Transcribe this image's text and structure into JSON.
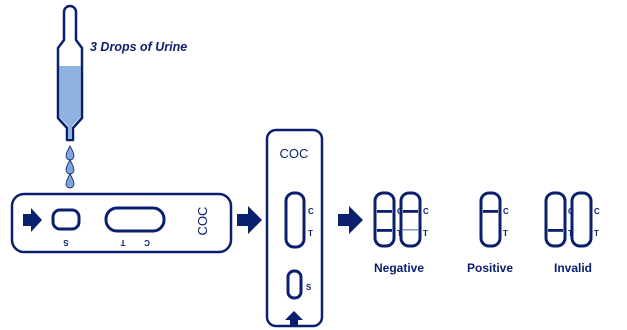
{
  "colors": {
    "navy": "#0a1f6e",
    "drop": "#7fa6d6",
    "liquid": "#8fb3df",
    "line_faint": "#8aa2c8"
  },
  "instruction": {
    "drops_label": "3 Drops of Urine"
  },
  "cassette_horizontal": {
    "drug_label": "COC",
    "well_label": "S",
    "window_t_label": "T",
    "window_c_label": "C"
  },
  "cassette_vertical": {
    "drug_label": "COC",
    "c_label": "C",
    "t_label": "T",
    "s_label": "S"
  },
  "results": [
    {
      "name": "Negative",
      "strips": [
        {
          "c_label": "C",
          "t_label": "T",
          "c_line": "strong",
          "t_line": "strong"
        },
        {
          "c_label": "C",
          "t_label": "T",
          "c_line": "strong",
          "t_line": "faint"
        }
      ]
    },
    {
      "name": "Positive",
      "strips": [
        {
          "c_label": "C",
          "t_label": "T",
          "c_line": "strong",
          "t_line": "none"
        }
      ]
    },
    {
      "name": "Invalid",
      "strips": [
        {
          "c_label": "C",
          "t_label": "T",
          "c_line": "none",
          "t_line": "strong"
        },
        {
          "c_label": "C",
          "t_label": "T",
          "c_line": "none",
          "t_line": "none"
        }
      ]
    }
  ]
}
